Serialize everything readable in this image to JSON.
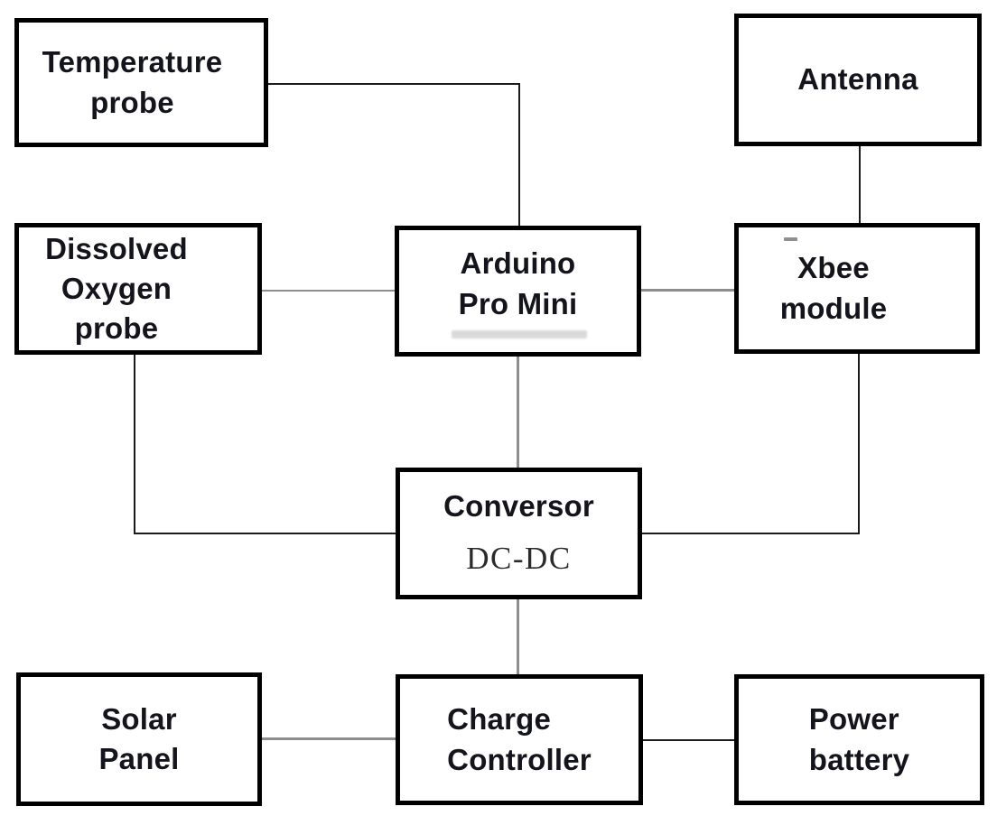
{
  "diagram": {
    "type": "block-diagram",
    "background": "#ffffff",
    "box_style": {
      "fill": "#ffffff",
      "border": "#000000"
    },
    "line_colors": {
      "black": "#1b1b1b",
      "gray": "#8e8e8e"
    },
    "nodes": {
      "temperature": {
        "lines": [
          "Temperature",
          "probe"
        ]
      },
      "antenna": {
        "lines": [
          "Antenna"
        ]
      },
      "dissolved": {
        "lines": [
          "Dissolved",
          "Oxygen",
          "probe"
        ]
      },
      "arduino": {
        "lines": [
          "Arduino",
          "Pro Mini"
        ]
      },
      "xbee": {
        "lines": [
          "Xbee",
          "module"
        ]
      },
      "conversor": {
        "title": "Conversor",
        "subtitle": "DC-DC"
      },
      "solar": {
        "lines": [
          "Solar",
          "Panel"
        ]
      },
      "charge": {
        "lines": [
          "Charge",
          "Controller"
        ]
      },
      "power": {
        "lines": [
          "Power",
          "battery"
        ]
      }
    },
    "edges": [
      {
        "from": "temperature",
        "to": "arduino"
      },
      {
        "from": "antenna",
        "to": "xbee"
      },
      {
        "from": "dissolved",
        "to": "arduino"
      },
      {
        "from": "arduino",
        "to": "xbee"
      },
      {
        "from": "arduino",
        "to": "conversor"
      },
      {
        "from": "dissolved",
        "to": "conversor"
      },
      {
        "from": "xbee",
        "to": "conversor"
      },
      {
        "from": "conversor",
        "to": "charge"
      },
      {
        "from": "solar",
        "to": "charge"
      },
      {
        "from": "charge",
        "to": "power"
      }
    ]
  }
}
